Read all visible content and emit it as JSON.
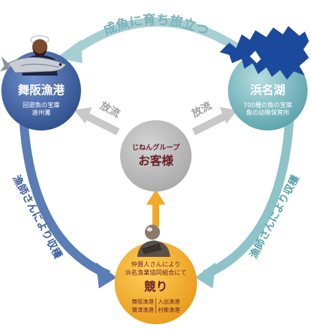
{
  "top_arrow": {
    "label": "成魚に育ち旅立つ"
  },
  "left_arrow": {
    "label": "漁師さんにより収穫"
  },
  "right_arrow": {
    "label": "漁師さんにより収穫"
  },
  "release_left": {
    "label": "放流"
  },
  "release_right": {
    "label": "放流"
  },
  "maisaka": {
    "title": "舞阪漁港",
    "line1": "回遊魚の宝庫",
    "line2": "遠州灘"
  },
  "hamanako": {
    "title": "浜名湖",
    "line1": "700種の魚の宝庫",
    "line2": "魚の幼稚保育所"
  },
  "customer": {
    "sub": "じねんグループ",
    "title": "お客様"
  },
  "auction": {
    "line1": "仲買人さんにより",
    "line2": "浜名漁業協同組合にて",
    "title": "競り",
    "ports_left": [
      "舞阪漁港",
      "鷲津漁港"
    ],
    "ports_right": [
      "入出漁港",
      "村櫛漁港"
    ]
  },
  "colors": {
    "maisaka": "#3d5f9e",
    "hamanako": "#6fb0b8",
    "customer": "#b9b9b9",
    "auction": "#f2a829",
    "arrow_top": "#9ec8cd",
    "arrow_left": "#5a7db5",
    "arrow_right": "#8ec3c9",
    "arrow_gray": "#c8c8c8",
    "arrow_up": "#f2a829",
    "title_red": "#6b1e2a",
    "map_blue": "#1b4a9c"
  }
}
